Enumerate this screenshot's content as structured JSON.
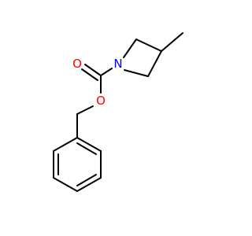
{
  "molecule": {
    "atoms": {
      "nitrogen": {
        "symbol": "N",
        "color": "#0000ff"
      },
      "carbonyl_oxygen": {
        "symbol": "O",
        "color": "#ff0000"
      },
      "ester_oxygen": {
        "symbol": "O",
        "color": "#ff0000"
      }
    },
    "bond_color": "#000000",
    "background": "#ffffff"
  }
}
